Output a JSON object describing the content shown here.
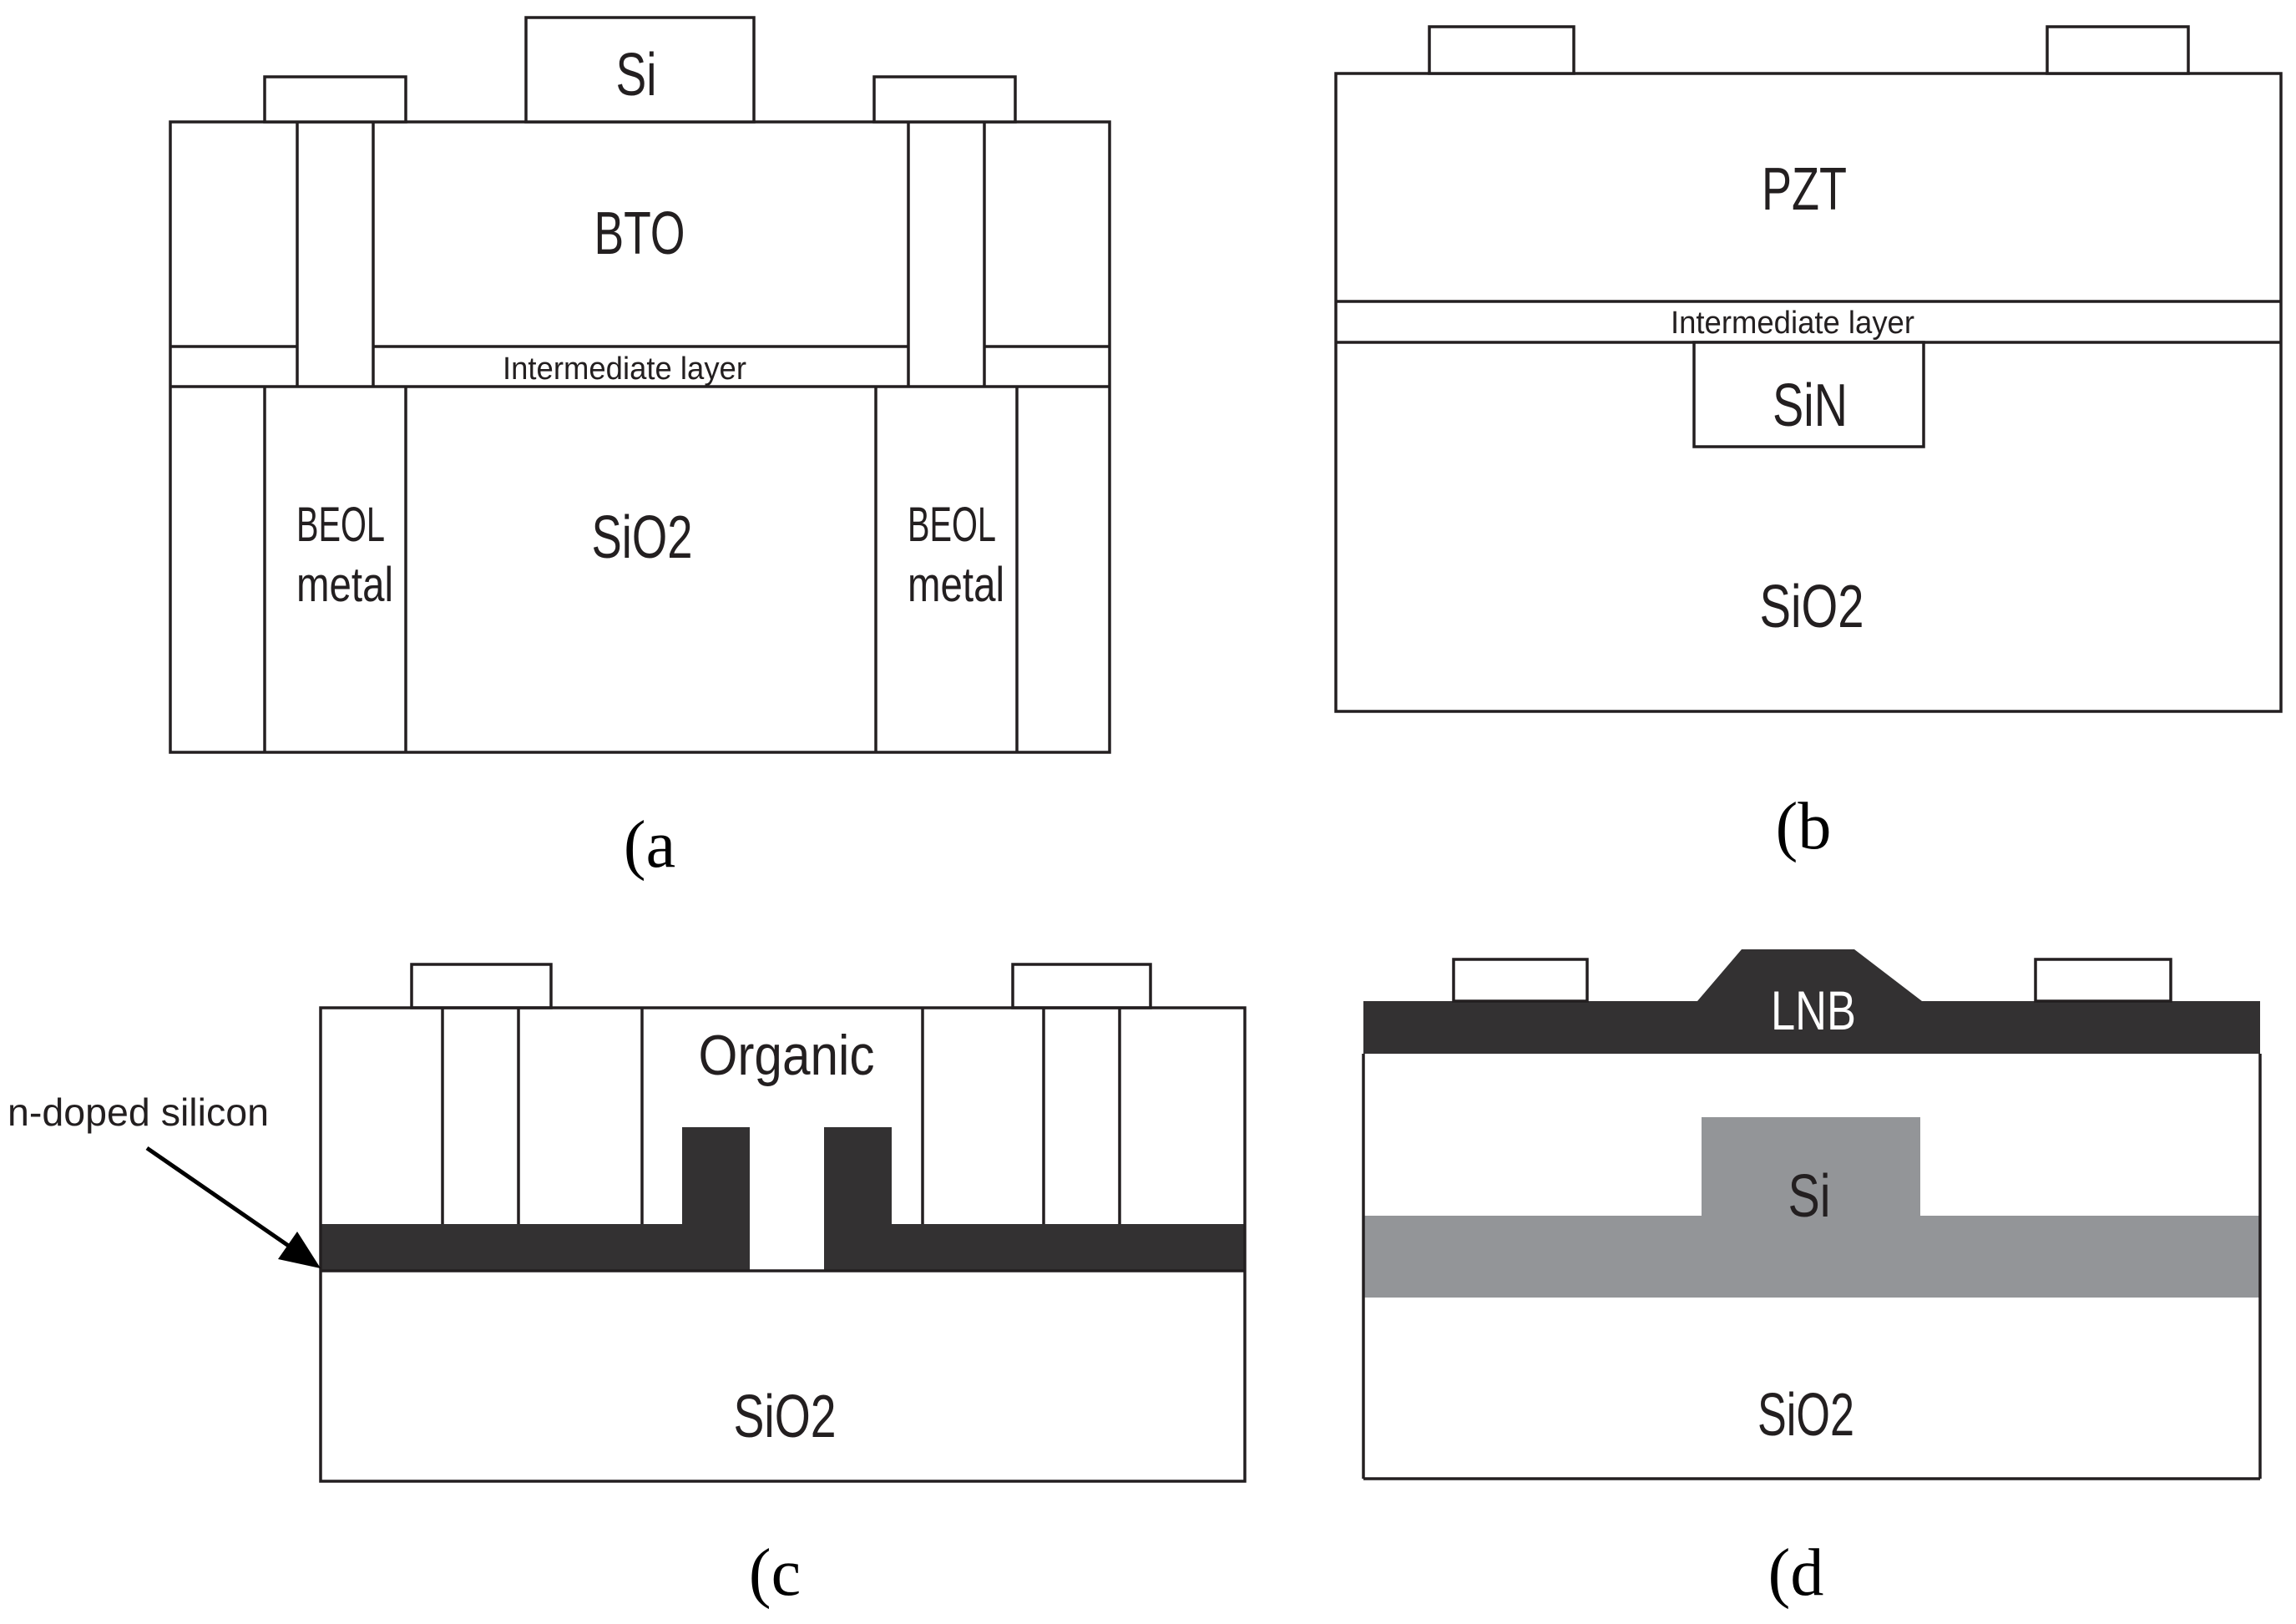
{
  "colors": {
    "line": "#231f20",
    "dark_layer": "#333132",
    "si_gray": "#939598",
    "background": "#ffffff"
  },
  "panels": {
    "a": {
      "caption": "(a",
      "labels": {
        "si": "Si",
        "bto": "BTO",
        "intermediate": "Intermediate layer",
        "sio2": "SiO2",
        "beol_left_1": "BEOL",
        "beol_left_2": "metal",
        "beol_right_1": "BEOL",
        "beol_right_2": "metal"
      }
    },
    "b": {
      "caption": "(b",
      "labels": {
        "pzt": "PZT",
        "intermediate": "Intermediate layer",
        "sin": "SiN",
        "sio2": "SiO2"
      }
    },
    "c": {
      "caption": "(c",
      "labels": {
        "organic": "Organic",
        "sio2": "SiO2",
        "annotation": "n-doped silicon"
      }
    },
    "d": {
      "caption": "(d",
      "labels": {
        "lnb": "LNB",
        "si": "Si",
        "sio2": "SiO2"
      }
    }
  }
}
